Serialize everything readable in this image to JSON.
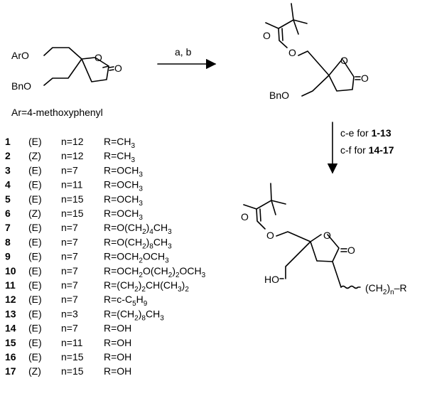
{
  "reagents": {
    "step1": "a, b",
    "step2_line1_prefix": "c-e for ",
    "step2_line1_range": "1-13",
    "step2_line2_prefix": "c-f for ",
    "step2_line2_range": "14-17"
  },
  "start_material": {
    "ar_group": "ArO",
    "bn_group": "BnO",
    "carbonyl_o": "O",
    "ring_o": "O",
    "ar_definition": "Ar=4-methoxyphenyl"
  },
  "intermediate": {
    "ester_o1": "O",
    "ester_o2": "O",
    "ring_o": "O",
    "carbonyl_o": "O",
    "bn_group": "BnO"
  },
  "product": {
    "ester_o1": "O",
    "ester_o2": "O",
    "ring_o": "O",
    "carbonyl_o": "O",
    "ho_group": "HO",
    "chain_prefix": "(CH",
    "chain_sub2": "2",
    "chain_mid": ")",
    "chain_subn": "n",
    "chain_suffix": "–R"
  },
  "compounds": [
    {
      "num": "1",
      "config": "(E)",
      "n": "n=12",
      "r": [
        [
          "R=CH",
          ""
        ],
        [
          "3",
          "sub"
        ]
      ]
    },
    {
      "num": "2",
      "config": "(Z)",
      "n": "n=12",
      "r": [
        [
          "R=CH",
          ""
        ],
        [
          "3",
          "sub"
        ]
      ]
    },
    {
      "num": "3",
      "config": "(E)",
      "n": "n=7",
      "r": [
        [
          "R=OCH",
          ""
        ],
        [
          "3",
          "sub"
        ]
      ]
    },
    {
      "num": "4",
      "config": "(E)",
      "n": "n=11",
      "r": [
        [
          "R=OCH",
          ""
        ],
        [
          "3",
          "sub"
        ]
      ]
    },
    {
      "num": "5",
      "config": "(E)",
      "n": "n=15",
      "r": [
        [
          "R=OCH",
          ""
        ],
        [
          "3",
          "sub"
        ]
      ]
    },
    {
      "num": "6",
      "config": "(Z)",
      "n": "n=15",
      "r": [
        [
          "R=OCH",
          ""
        ],
        [
          "3",
          "sub"
        ]
      ]
    },
    {
      "num": "7",
      "config": "(E)",
      "n": "n=7",
      "r": [
        [
          "R=O(CH",
          ""
        ],
        [
          "2",
          "sub"
        ],
        [
          ")",
          ""
        ],
        [
          "4",
          "sub"
        ],
        [
          "CH",
          ""
        ],
        [
          "3",
          "sub"
        ]
      ]
    },
    {
      "num": "8",
      "config": "(E)",
      "n": "n=7",
      "r": [
        [
          "R=O(CH",
          ""
        ],
        [
          "2",
          "sub"
        ],
        [
          ")",
          ""
        ],
        [
          "8",
          "sub"
        ],
        [
          "CH",
          ""
        ],
        [
          "3",
          "sub"
        ]
      ]
    },
    {
      "num": "9",
      "config": "(E)",
      "n": "n=7",
      "r": [
        [
          "R=OCH",
          ""
        ],
        [
          "2",
          "sub"
        ],
        [
          "OCH",
          ""
        ],
        [
          "3",
          "sub"
        ]
      ]
    },
    {
      "num": "10",
      "config": "(E)",
      "n": "n=7",
      "r": [
        [
          "R=OCH",
          ""
        ],
        [
          "2",
          "sub"
        ],
        [
          "O(CH",
          ""
        ],
        [
          "2",
          "sub"
        ],
        [
          ")",
          ""
        ],
        [
          "2",
          "sub"
        ],
        [
          "OCH",
          ""
        ],
        [
          "3",
          "sub"
        ]
      ]
    },
    {
      "num": "11",
      "config": "(E)",
      "n": "n=7",
      "r": [
        [
          "R=(CH",
          ""
        ],
        [
          "2",
          "sub"
        ],
        [
          ")",
          ""
        ],
        [
          "2",
          "sub"
        ],
        [
          "CH(CH",
          ""
        ],
        [
          "3",
          "sub"
        ],
        [
          ")",
          ""
        ],
        [
          "2",
          "sub"
        ]
      ]
    },
    {
      "num": "12",
      "config": "(E)",
      "n": "n=7",
      "r": [
        [
          "R=c-C",
          ""
        ],
        [
          "5",
          "sub"
        ],
        [
          "H",
          ""
        ],
        [
          "9",
          "sub"
        ]
      ]
    },
    {
      "num": "13",
      "config": "(E)",
      "n": "n=3",
      "r": [
        [
          "R=(CH",
          ""
        ],
        [
          "2",
          "sub"
        ],
        [
          ")",
          ""
        ],
        [
          "8",
          "sub"
        ],
        [
          "CH",
          ""
        ],
        [
          "3",
          "sub"
        ]
      ]
    },
    {
      "num": "14",
      "config": "(E)",
      "n": "n=7",
      "r": [
        [
          "R=OH",
          ""
        ]
      ]
    },
    {
      "num": "15",
      "config": "(E)",
      "n": "n=11",
      "r": [
        [
          "R=OH",
          ""
        ]
      ]
    },
    {
      "num": "16",
      "config": "(E)",
      "n": "n=15",
      "r": [
        [
          "R=OH",
          ""
        ]
      ]
    },
    {
      "num": "17",
      "config": "(Z)",
      "n": "n=15",
      "r": [
        [
          "R=OH",
          ""
        ]
      ]
    }
  ]
}
